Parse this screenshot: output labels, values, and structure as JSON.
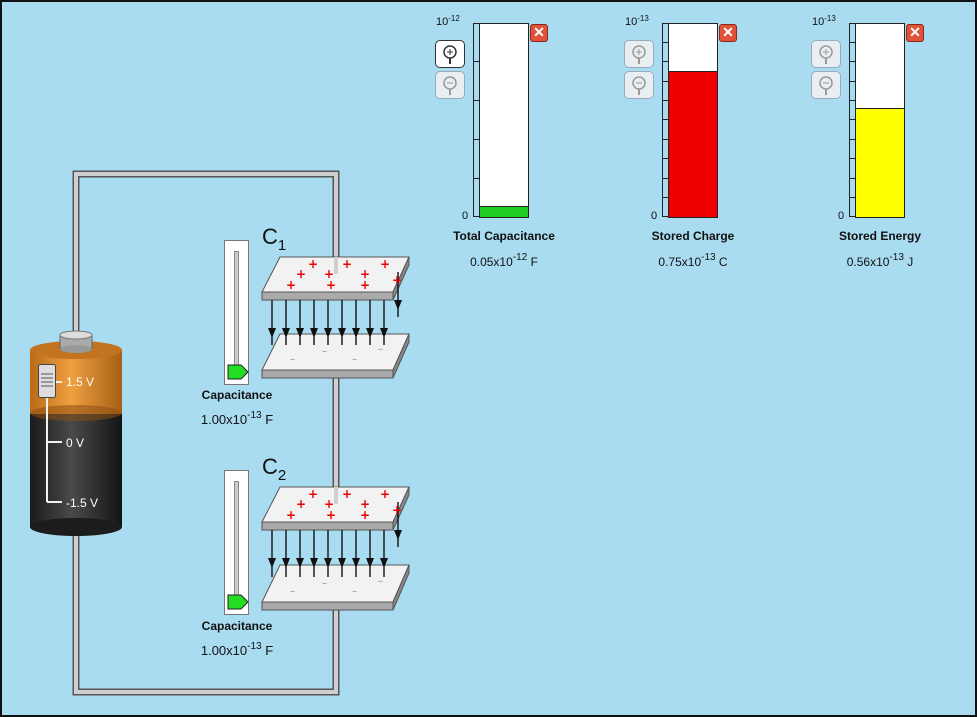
{
  "colors": {
    "background": "#a9dcf1",
    "wire": "#c8c8c8",
    "total_capacitance_fill": "#22cc22",
    "stored_charge_fill": "#ee0000",
    "stored_energy_fill": "#ffff00",
    "slider_knob": "#22dd22",
    "battery_top": "#e08a2a",
    "battery_bottom": "#2a2a2a"
  },
  "battery": {
    "voltage_label_top": "1.5 V",
    "voltage_label_mid": "0 V",
    "voltage_label_bottom": "-1.5 V",
    "voltage_level": 1.0
  },
  "capacitors": [
    {
      "id": "c1",
      "label_letter": "C",
      "label_sub": "1",
      "slider_caption": "Capacitance",
      "value_mantissa": "1.00x10",
      "value_exp": "-13",
      "value_unit": "F",
      "slider_level": 0.0
    },
    {
      "id": "c2",
      "label_letter": "C",
      "label_sub": "2",
      "slider_caption": "Capacitance",
      "value_mantissa": "1.00x10",
      "value_exp": "-13",
      "value_unit": "F",
      "slider_level": 0.0
    }
  ],
  "meters": [
    {
      "id": "total-capacitance",
      "scale_base": "10",
      "scale_exp": "-12",
      "zero_label": "0",
      "title": "Total Capacitance",
      "value_mantissa": "0.05x10",
      "value_exp": "-12",
      "value_unit": "F",
      "fill_fraction": 0.05,
      "color_key": "total_capacitance_fill",
      "zoom_in_active": true,
      "close_glyph": "✕"
    },
    {
      "id": "stored-charge",
      "scale_base": "10",
      "scale_exp": "-13",
      "zero_label": "0",
      "title": "Stored Charge",
      "value_mantissa": "0.75x10",
      "value_exp": "-13",
      "value_unit": "C",
      "fill_fraction": 0.75,
      "color_key": "stored_charge_fill",
      "zoom_in_active": false,
      "close_glyph": "✕"
    },
    {
      "id": "stored-energy",
      "scale_base": "10",
      "scale_exp": "-13",
      "zero_label": "0",
      "title": "Stored Energy",
      "value_mantissa": "0.56x10",
      "value_exp": "-13",
      "value_unit": "J",
      "fill_fraction": 0.56,
      "color_key": "stored_energy_fill",
      "zoom_in_active": false,
      "close_glyph": "✕"
    }
  ]
}
